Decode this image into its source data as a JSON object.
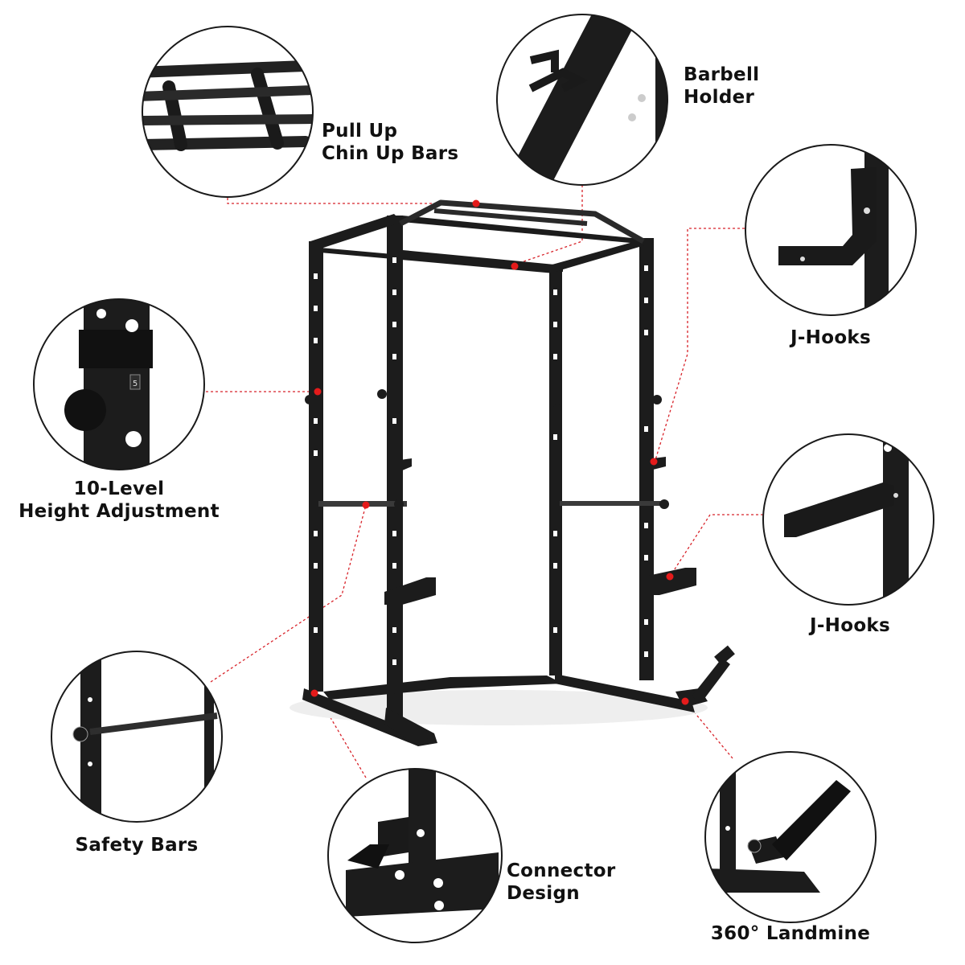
{
  "colors": {
    "frame": "#1c1c1c",
    "frame_edge": "#3a3a3a",
    "callout_line": "#d8232a",
    "callout_dot": "#e41b1b",
    "circle_border": "#1a1a1a",
    "text": "#111111"
  },
  "features": [
    {
      "id": "pull-up-chin-up-bars",
      "lines": [
        "Pull Up",
        "Chin Up Bars"
      ]
    },
    {
      "id": "barbell-holder",
      "lines": [
        "Barbell",
        "Holder"
      ]
    },
    {
      "id": "j-hooks-upper",
      "lines": [
        "J-Hooks"
      ]
    },
    {
      "id": "height-adjustment",
      "lines": [
        "10-Level",
        "Height Adjustment"
      ]
    },
    {
      "id": "j-hooks-lower",
      "lines": [
        "J-Hooks"
      ]
    },
    {
      "id": "safety-bars",
      "lines": [
        "Safety Bars"
      ]
    },
    {
      "id": "connector-design",
      "lines": [
        "Connector",
        "Design"
      ]
    },
    {
      "id": "landmine",
      "lines": [
        "360° Landmine"
      ]
    }
  ],
  "detail_marks": {
    "height_hole_number": "5"
  }
}
